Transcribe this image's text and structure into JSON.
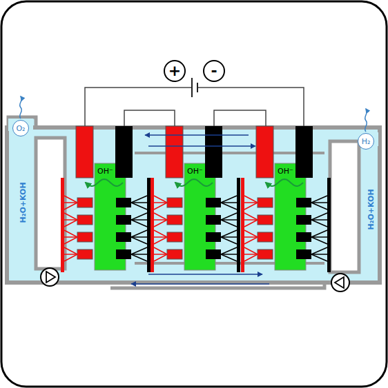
{
  "diagram": {
    "nodes": [
      {
        "text": [
          "+"
        ]
      },
      {
        "text": [
          "-"
        ]
      },
      {
        "text": [
          "O₂"
        ]
      },
      {
        "text": [
          "H₂"
        ]
      },
      {
        "text": [
          "OH⁻"
        ]
      },
      {
        "text": [
          "OH⁻"
        ]
      },
      {
        "text": [
          "OH⁻"
        ]
      }
    ],
    "labels": [
      "H₂O+KOH",
      "H₂O+KOH"
    ]
  }
}
